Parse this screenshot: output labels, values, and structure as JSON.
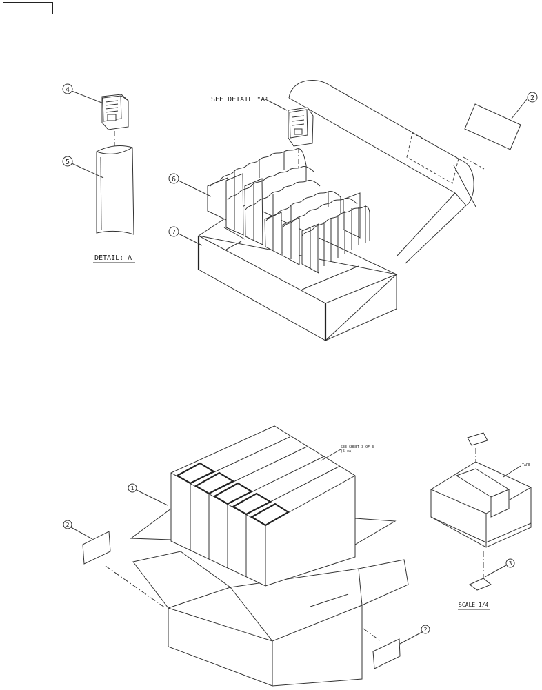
{
  "callouts": {
    "c1": "1",
    "c2a": "2",
    "c2b": "2",
    "c2c": "2",
    "c3": "3",
    "c4": "4",
    "c5": "5",
    "c6": "6",
    "c7": "7"
  },
  "labels": {
    "see_detail": "SEE DETAIL \"A\"",
    "detail_a": "DETAIL: A",
    "scale": "SCALE 1/4",
    "see_sheet_line1": "SEE SHEET 3 OF 3",
    "see_sheet_line2": "(5 ea)",
    "tape": "TAPE"
  }
}
